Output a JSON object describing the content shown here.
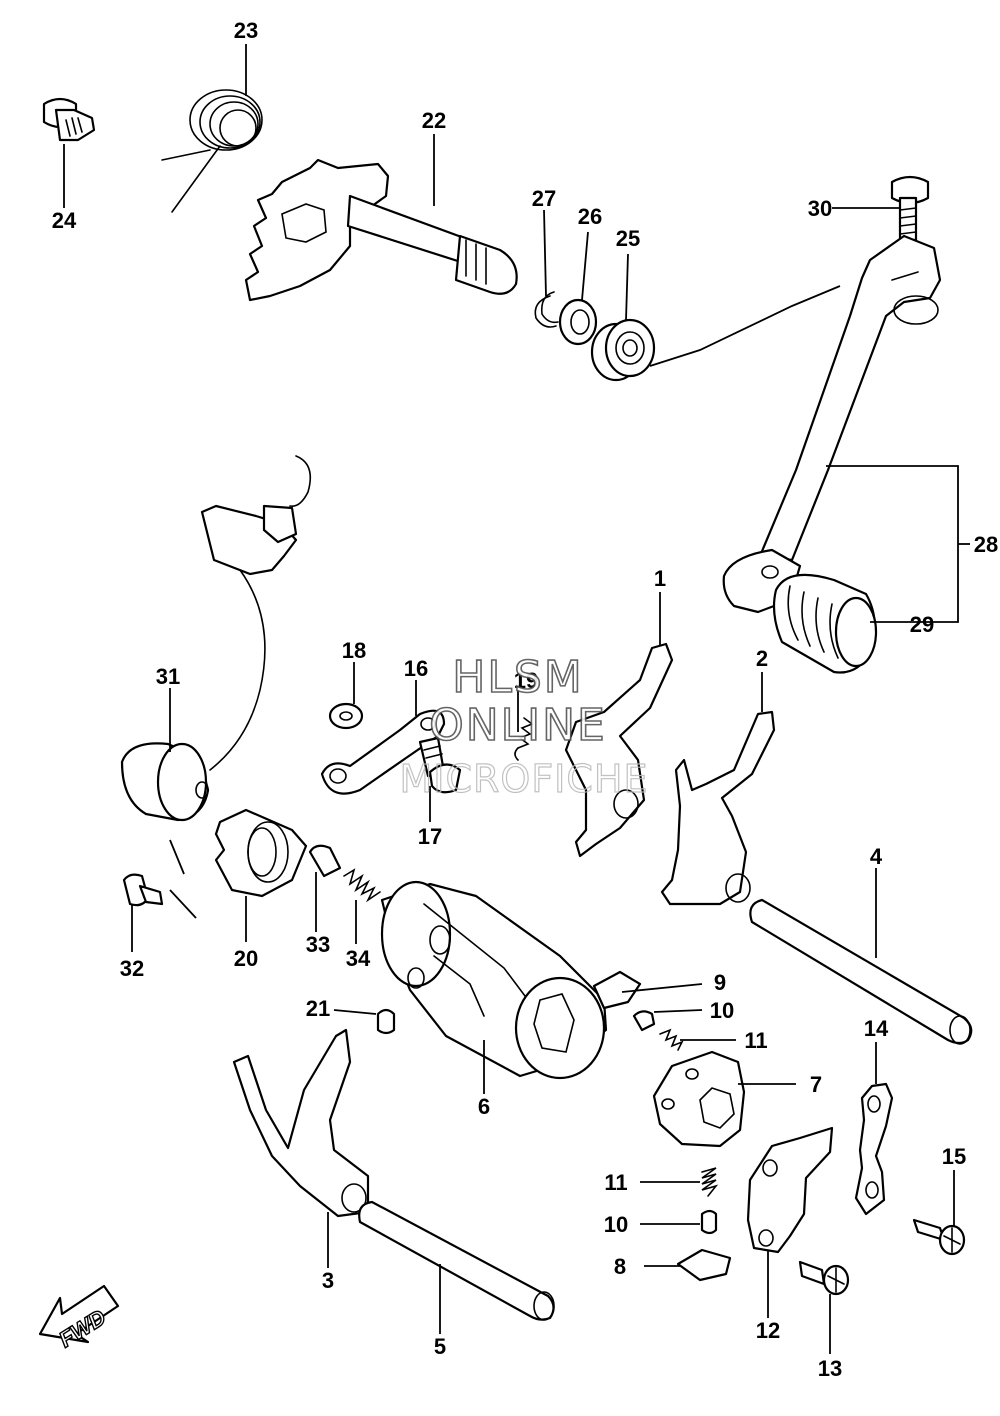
{
  "callouts": {
    "p1": "1",
    "p2": "2",
    "p3": "3",
    "p4": "4",
    "p5": "5",
    "p6": "6",
    "p7": "7",
    "p8": "8",
    "p9": "9",
    "p10a": "10",
    "p10b": "10",
    "p11a": "11",
    "p11b": "11",
    "p12": "12",
    "p13": "13",
    "p14": "14",
    "p15": "15",
    "p16": "16",
    "p17": "17",
    "p18": "18",
    "p19": "19",
    "p20": "20",
    "p21": "21",
    "p22": "22",
    "p23": "23",
    "p24": "24",
    "p25": "25",
    "p26": "26",
    "p27": "27",
    "p28": "28",
    "p29": "29",
    "p30": "30",
    "p31": "31",
    "p32": "32",
    "p33": "33",
    "p34": "34"
  },
  "watermark": {
    "line1": "HLSM",
    "line2": "ONLINE",
    "line3": "MICROFICHE"
  },
  "badge": {
    "fwd": "FWD"
  }
}
